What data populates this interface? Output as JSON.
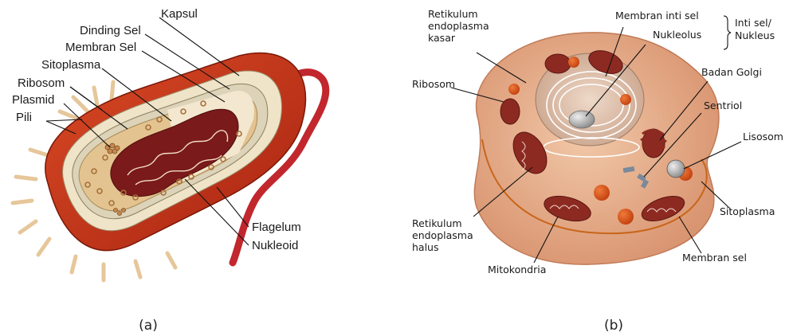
{
  "panel_a": {
    "caption": "(a)",
    "labels": {
      "kapsul": "Kapsul",
      "dinding_sel": "Dinding Sel",
      "membran_sel": "Membran Sel",
      "sitoplasma": "Sitoplasma",
      "ribosom": "Ribosom",
      "plasmid": "Plasmid",
      "pili": "Pili",
      "flagelum": "Flagelum",
      "nukleoid": "Nukleoid"
    }
  },
  "panel_b": {
    "caption": "(b)",
    "labels": {
      "rek_kasar_1": "Retikulum",
      "rek_kasar_2": "endoplasma",
      "rek_kasar_3": "kasar",
      "membran_inti": "Membran inti sel",
      "nukleolus": "Nukleolus",
      "inti_sel_1": "Inti sel/",
      "inti_sel_2": "Nukleus",
      "ribosom": "Ribosom",
      "badan_golgi": "Badan Golgi",
      "sentriol": "Sentriol",
      "lisosom": "Lisosom",
      "rek_halus_1": "Retikulum",
      "rek_halus_2": "endoplasma",
      "rek_halus_3": "halus",
      "sitoplasma": "Sitoplasma",
      "mitokondria": "Mitokondria",
      "membran_sel": "Membran sel"
    }
  },
  "colors": {
    "capsule_red": "#c8341c",
    "wall_cream": "#e8dcc0",
    "cytoplasm_tan": "#e0c08a",
    "nucleoid_maroon": "#7a1a1a",
    "cell_skin": "#e9b08c",
    "mito_maroon": "#8c2a22",
    "lysosome_orange": "#e0541c"
  }
}
